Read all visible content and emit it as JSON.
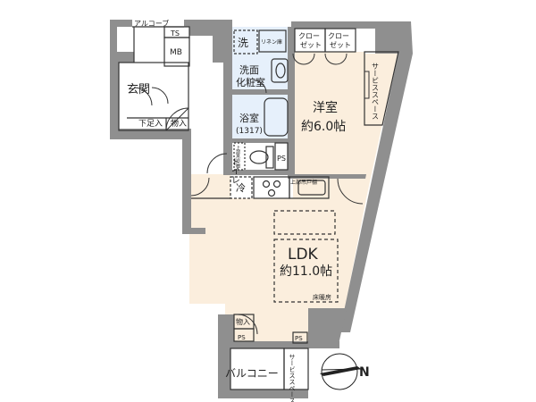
{
  "labels": {
    "alcove": "アルコーブ",
    "ts": "TS",
    "mb": "MB",
    "genkan": "玄関",
    "shoe_storage": "下足入",
    "storage_entry": "物入",
    "wash": "洗",
    "linen": "リネン庫",
    "washroom_l1": "洗面",
    "washroom_l2": "化粧室",
    "bath_l1": "浴室",
    "bath_l2": "(1317)",
    "toilet": "トイレ",
    "ps": "PS",
    "upper_storage_v": "上部吊戸棚",
    "fridge": "冷",
    "upper_storage_h": "上部吊戸棚",
    "closet1_l1": "クロー",
    "closet1_l2": "ゼット",
    "closet2_l1": "クロー",
    "closet2_l2": "ゼット",
    "bedroom_l1": "洋室",
    "bedroom_l2": "約6.0帖",
    "service_space_right": "サービススペース",
    "ldk_l1": "LDK",
    "ldk_l2": "約11.0帖",
    "floor_heating": "床暖房",
    "storage_lower": "物入",
    "ps_lower_left": "PS",
    "ps_lower_mid": "PS",
    "balcony": "バルコニー",
    "service_space_lower": "サービススペース",
    "north": "N"
  },
  "colors": {
    "wall": "#8f8f8f",
    "floor_wood": "#fbeedd",
    "line": "#333333",
    "wet_area": "#e6f0fb"
  }
}
